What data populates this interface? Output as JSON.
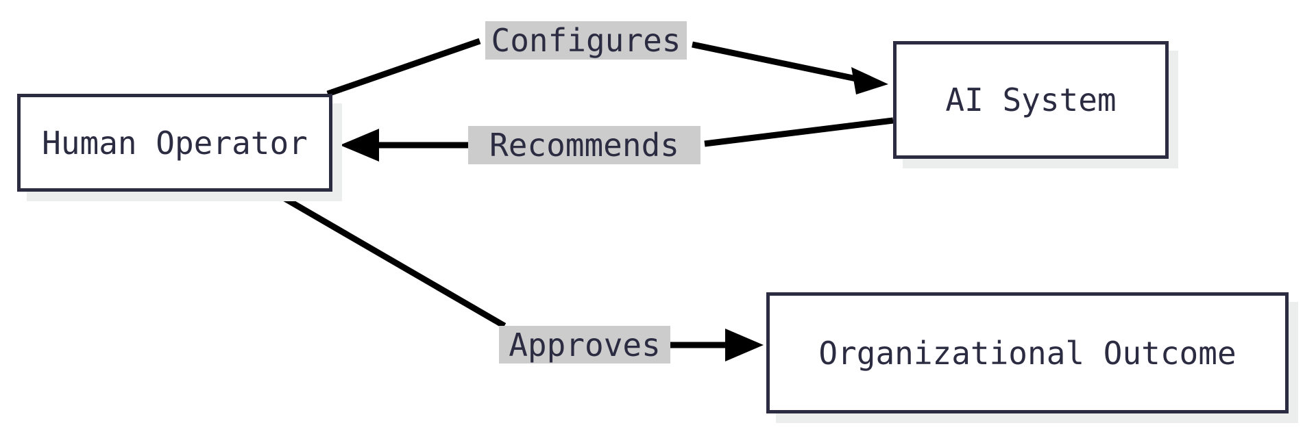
{
  "diagram": {
    "type": "flowchart",
    "direction": "left-to-right",
    "background_color": "#ffffff",
    "node_border_color": "#2b2b42",
    "node_fill_color": "#ffffff",
    "node_text_color": "#2b2b42",
    "edge_color": "#000000",
    "edge_label_background_color": "#cccccc",
    "shadow_color": "#eceded",
    "nodes": [
      {
        "id": "human-operator",
        "label": "Human Operator"
      },
      {
        "id": "ai-system",
        "label": "AI System"
      },
      {
        "id": "org-outcome",
        "label": "Organizational Outcome"
      }
    ],
    "edges": [
      {
        "id": "configures",
        "label": "Configures",
        "from": "human-operator",
        "to": "ai-system",
        "arrow": "right"
      },
      {
        "id": "recommends",
        "label": "Recommends",
        "from": "ai-system",
        "to": "human-operator",
        "arrow": "left"
      },
      {
        "id": "approves",
        "label": "Approves",
        "from": "human-operator",
        "to": "org-outcome",
        "arrow": "right"
      }
    ]
  }
}
